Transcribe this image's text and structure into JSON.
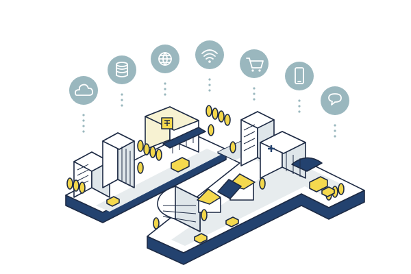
{
  "icons": [
    {
      "name": "cloud"
    },
    {
      "name": "database"
    },
    {
      "name": "globe"
    },
    {
      "name": "wifi"
    },
    {
      "name": "shopping-cart"
    },
    {
      "name": "smartphone"
    },
    {
      "name": "chat-bubble"
    }
  ],
  "colors": {
    "navy": "#23426f",
    "outline": "#1d2a44",
    "bubble": "#9ab7be",
    "road": "#e7ecee",
    "tree": "#f2d64b",
    "accent_yellow": "#f5d94e",
    "building": "#ffffff",
    "building_shade": "#dfe6ea"
  }
}
